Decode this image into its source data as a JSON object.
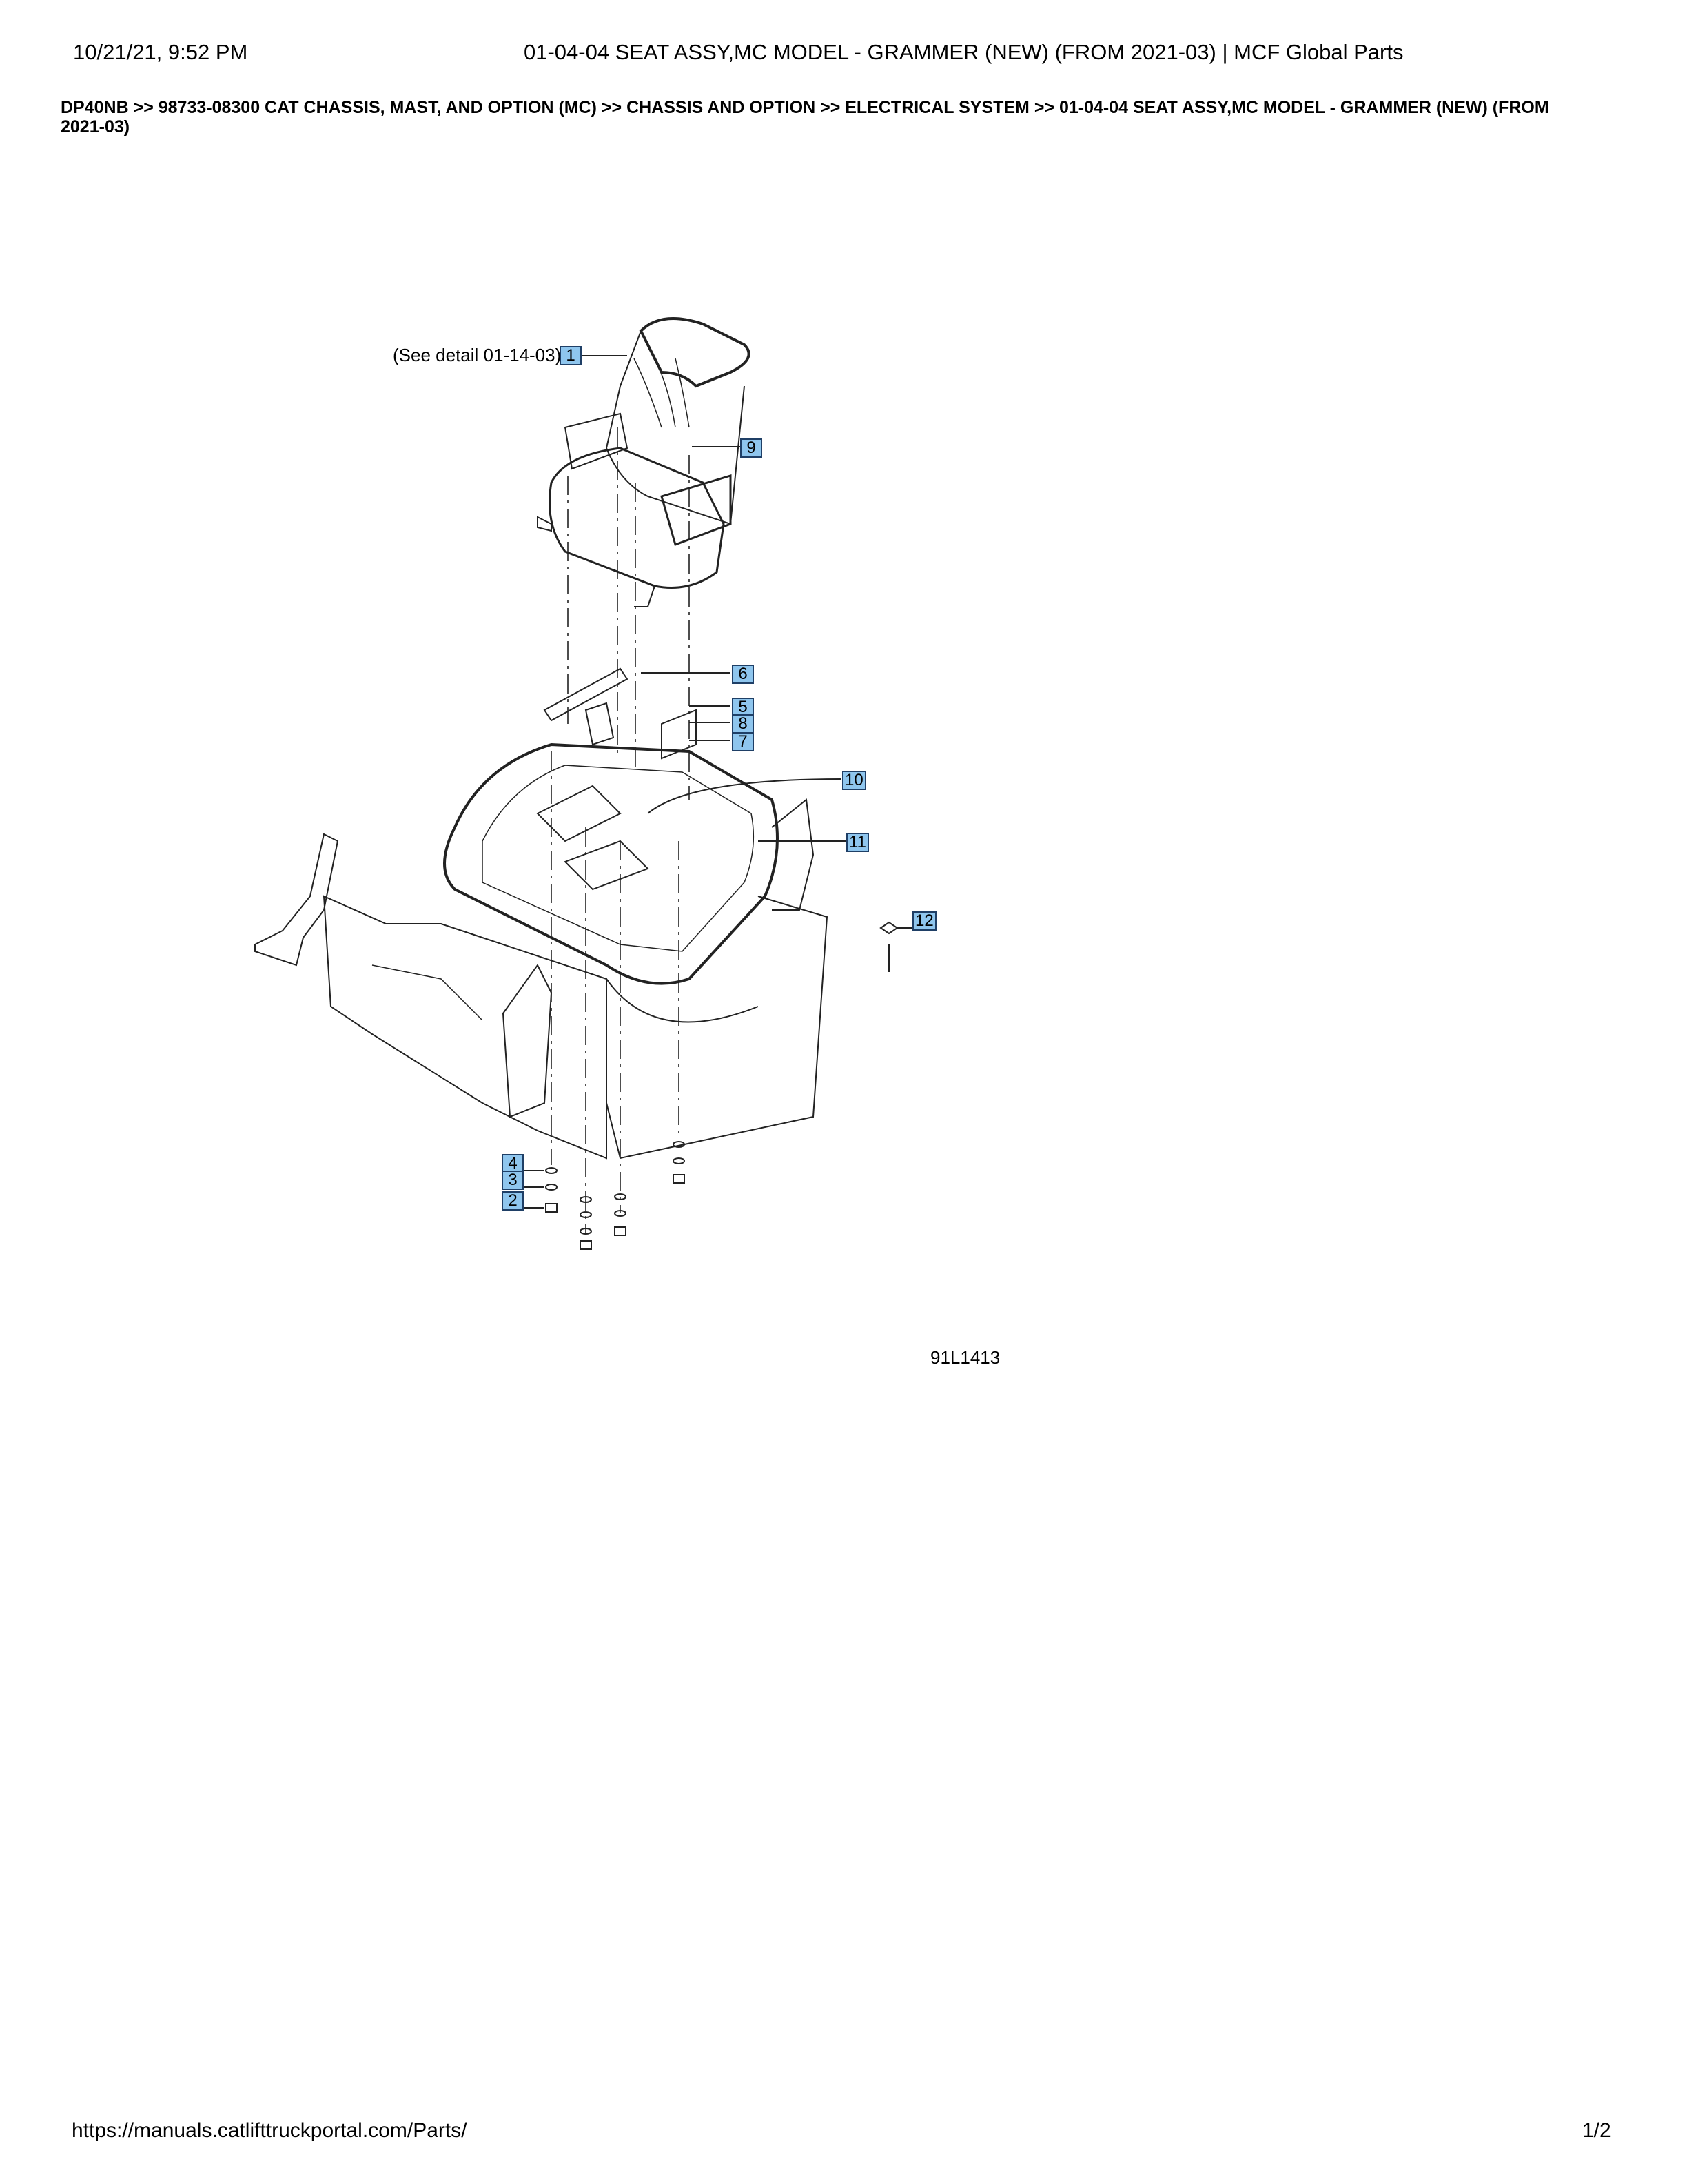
{
  "header": {
    "datetime": "10/21/21, 9:52 PM",
    "title": "01-04-04 SEAT ASSY,MC MODEL - GRAMMER (NEW) (FROM 2021-03) | MCF Global Parts"
  },
  "breadcrumb": "DP40NB >> 98733-08300 CAT CHASSIS, MAST, AND OPTION (MC) >> CHASSIS AND OPTION >> ELECTRICAL SYSTEM >> 01-04-04 SEAT ASSY,MC MODEL - GRAMMER (NEW) (FROM 2021-03)",
  "diagram": {
    "see_detail": "(See detail 01-14-03)",
    "figure_id": "91L1413",
    "callout_color": "#8fc6ee",
    "callouts": [
      "1",
      "9",
      "6",
      "5",
      "8",
      "7",
      "10",
      "11",
      "12",
      "4",
      "3",
      "2"
    ]
  },
  "footer": {
    "url": "https://manuals.catlifttruckportal.com/Parts/",
    "page": "1/2"
  }
}
